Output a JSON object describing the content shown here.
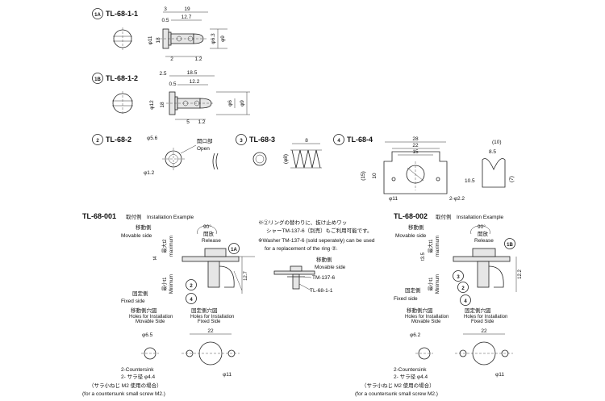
{
  "parts": {
    "p1a": {
      "badge": "1A",
      "code": "TL-68-1-1"
    },
    "p1b": {
      "badge": "1B",
      "code": "TL-68-1-2"
    },
    "p2": {
      "badge": "2",
      "code": "TL-68-2"
    },
    "p3": {
      "badge": "3",
      "code": "TL-68-3"
    },
    "p4": {
      "badge": "4",
      "code": "TL-68-4"
    }
  },
  "dims_1a": {
    "d3": "3",
    "d19": "19",
    "d05": "0.5",
    "d127": "12.7",
    "phi11": "φ11",
    "phi18": "18",
    "phi63": "φ6.3",
    "phi9": "φ9",
    "d2": "2",
    "d12": "1.2"
  },
  "dims_1b": {
    "d25": "2.5",
    "d185": "18.5",
    "d05": "0.5",
    "d122": "12.2",
    "phi12": "φ12",
    "phi18": "18",
    "phi6": "φ6",
    "phi9": "φ9",
    "d5": "5",
    "d12": "1.2"
  },
  "dims_2": {
    "phi56": "φ5.6",
    "opening_jp": "開口部",
    "opening_en": "Open",
    "phi12": "φ1.2"
  },
  "dims_3": {
    "d8": "8",
    "phi8": "(φ8)"
  },
  "dims_4": {
    "d28": "28",
    "d22": "22",
    "d15": "15",
    "d10": "10",
    "d15v": "(15)",
    "phi11": "φ11",
    "hole": "2-φ2.2",
    "d10p": "(10)",
    "d85": "8.5",
    "d105": "10.5",
    "d7": "(7)"
  },
  "inst1": {
    "code": "TL-68-001",
    "title_jp": "取付例",
    "title_en": "Installation Example",
    "movable_jp": "移動側",
    "movable_en": "Movable side",
    "angle": "90°",
    "release_jp": "開放",
    "release_en": "Release",
    "t4": "t4",
    "max_jp": "最大t2",
    "max_en": "maximum",
    "min_jp": "最小t1",
    "min_en": "Minimum",
    "h127": "12.7",
    "fixed_jp": "固定側",
    "fixed_en": "Fixed side",
    "holes_mov_jp": "移動側穴図",
    "holes_mov_en1": "Holes for Installation",
    "holes_mov_en2": "Movable Side",
    "holes_fix_jp": "固定側穴図",
    "holes_fix_en1": "Holes for Installation",
    "holes_fix_en2": "Fixed Side",
    "phi65": "φ6.5",
    "d22": "22",
    "phi11": "φ11",
    "cs1": "2-Countersink",
    "cs2": "2- サラ径 φ4.4",
    "cs3": "（サラ小ねじ M2 使用の場合）",
    "cs4": "(for a countersunk small screw M2.)",
    "b1": "1A",
    "b2": "2",
    "b4": "4"
  },
  "inst2": {
    "code": "TL-68-002",
    "title_jp": "取付例",
    "title_en": "Installation Example",
    "movable_jp": "移動側",
    "movable_en": "Movable side",
    "angle": "90°",
    "release_jp": "開放",
    "release_en": "Release",
    "t135": "t3.5",
    "max_jp": "最大t1",
    "max_en": "maximum",
    "min_jp": "最小t1",
    "min_en": "Minimum",
    "h122": "12.2",
    "fixed_jp": "固定側",
    "fixed_en": "Fixed side",
    "holes_mov_jp": "移動側穴図",
    "holes_mov_en1": "Holes for Installation",
    "holes_mov_en2": "Movable Side",
    "holes_fix_jp": "固定側穴図",
    "holes_fix_en1": "Holes for Installation",
    "holes_fix_en2": "Fixed Side",
    "phi62": "φ6.2",
    "d22": "22",
    "phi11": "φ11",
    "cs1": "2-Countersink",
    "cs2": "2- サラ径 φ4.4",
    "cs3": "（サラ小ねじ M2 使用の場合）",
    "cs4": "(for a countersunk small screw M2.)",
    "b1": "1B",
    "b2": "2",
    "b3": "3",
    "b4": "4"
  },
  "note": {
    "line1": "※②リングの替わりに、抜け止めワッ",
    "line2": "シャーTM-137-6（別売）もご利用可能です。",
    "line3": "※Washer TM-137-6 (sold seperately) can be used",
    "line4": "for a replacement of the ring ②.",
    "movable_jp": "移動側",
    "movable_en": "Movable side",
    "washer": "TM-137-6",
    "pin": "TL-68-1-1"
  }
}
